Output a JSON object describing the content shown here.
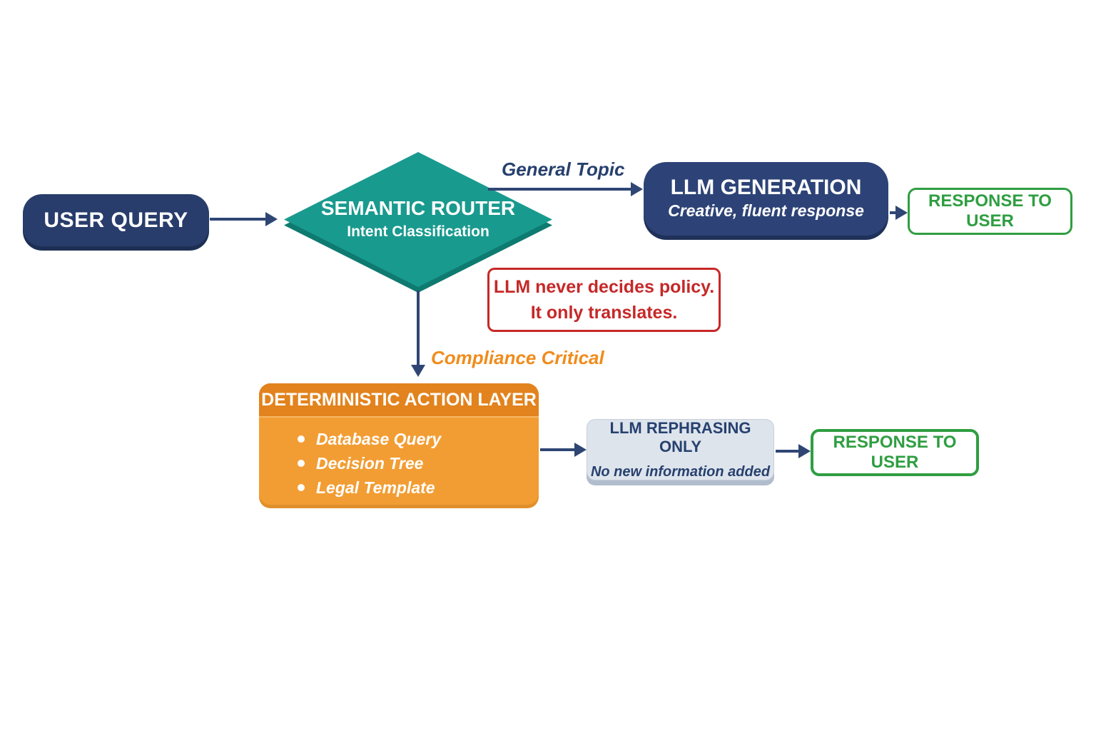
{
  "diagram": {
    "colors": {
      "navy_fill": "#283d6b",
      "navy_fill_light": "#2d4377",
      "teal_fill": "#199a8e",
      "teal_shadow": "#0e7a70",
      "orange_header": "#e2831d",
      "orange_body": "#f29d33",
      "red_accent": "#c62828",
      "green_accent": "#2f9e41",
      "gray_panel": "#dee4ec",
      "arrow": "#2f4674",
      "label_navy": "#27406e",
      "label_orange": "#f08c1c"
    },
    "nodes": {
      "user_query": {
        "label": "USER QUERY"
      },
      "semantic_router": {
        "title": "SEMANTIC ROUTER",
        "subtitle": "Intent Classification"
      },
      "llm_generation": {
        "title": "LLM GENERATION",
        "subtitle": "Creative, fluent response"
      },
      "response_to_user_top": {
        "label": "RESPONSE TO USER"
      },
      "policy_note": {
        "line1": "LLM never decides policy.",
        "line2": "It only translates."
      },
      "deterministic_action_layer": {
        "title": "DETERMINISTIC ACTION LAYER",
        "items": [
          "Database Query",
          "Decision Tree",
          "Legal Template"
        ]
      },
      "llm_rephrasing": {
        "title": "LLM REPHRASING ONLY",
        "subtitle": "No new information added"
      },
      "response_to_user_bottom": {
        "label": "RESPONSE TO USER"
      }
    },
    "edge_labels": {
      "general_topic": "General Topic",
      "compliance_critical": "Compliance Critical"
    }
  }
}
